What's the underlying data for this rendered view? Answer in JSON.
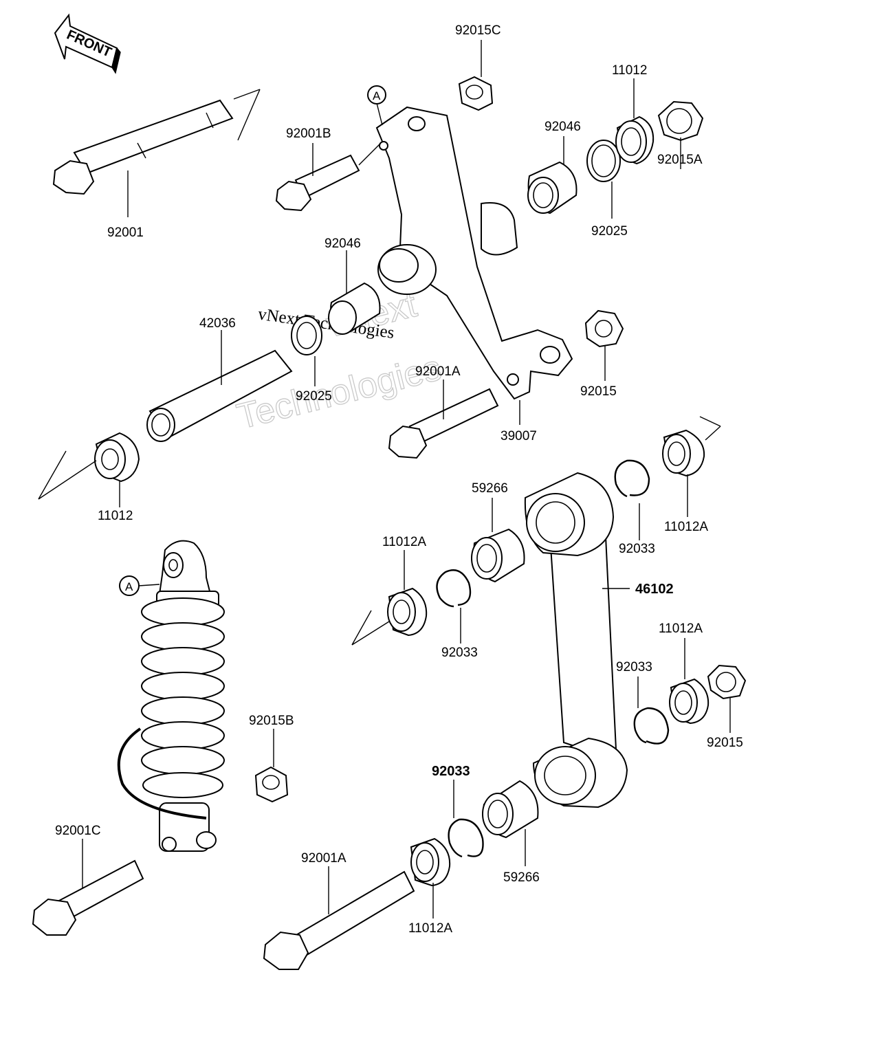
{
  "front_label": "FRONT",
  "callout_letter": "A",
  "watermark": {
    "line1": "vNext Technologies",
    "line2": "vNext",
    "line3": "Technologies"
  },
  "labels": {
    "p92001": "92001",
    "p92001B": "92001B",
    "p92015C": "92015C",
    "p11012_top": "11012",
    "p92046_top": "92046",
    "p92015A": "92015A",
    "p92025_top": "92025",
    "p92046_mid": "92046",
    "p42036": "42036",
    "p92025_mid": "92025",
    "p92001A_mid": "92001A",
    "p39007": "39007",
    "p92015_mid": "92015",
    "p11012_left": "11012",
    "p59266_top": "59266",
    "p11012A_left": "11012A",
    "p92033_left": "92033",
    "p92033_right_top": "92033",
    "p11012A_right_top": "11012A",
    "p46102": "46102",
    "p11012A_right_mid": "11012A",
    "p92033_right_mid": "92033",
    "p92015_bottom_right": "92015",
    "p92015B": "92015B",
    "p92001C": "92001C",
    "p92033_bottom": "92033",
    "p92001A_bottom": "92001A",
    "p59266_bottom": "59266",
    "p11012A_bottom": "11012A"
  }
}
